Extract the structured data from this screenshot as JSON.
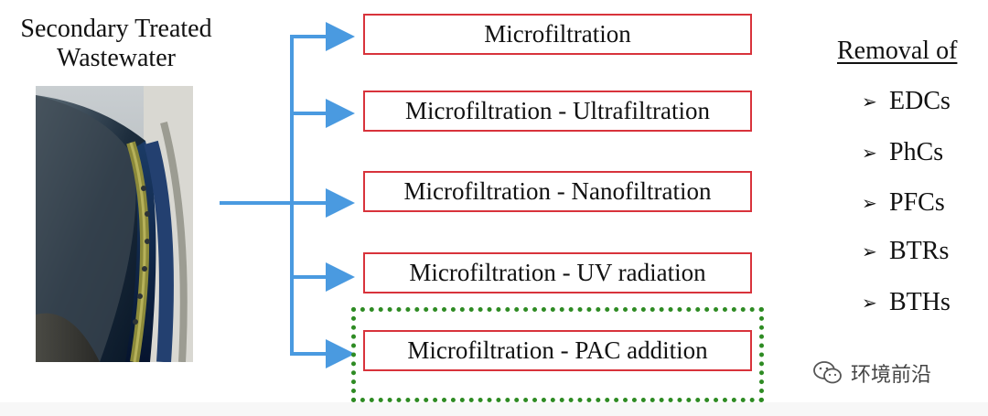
{
  "source": {
    "title_line1": "Secondary Treated",
    "title_line2": "Wastewater",
    "photo_icon": "wastewater-clarifier-photo"
  },
  "options": [
    {
      "label": "Microfiltration"
    },
    {
      "label": "Microfiltration - Ultrafiltration"
    },
    {
      "label": "Microfiltration - Nanofiltration"
    },
    {
      "label": "Microfiltration - UV radiation"
    },
    {
      "label": "Microfiltration - PAC addition",
      "highlighted": true
    }
  ],
  "removal": {
    "title": "Removal of",
    "items": [
      "EDCs",
      "PhCs",
      "PFCs",
      "BTRs",
      "BTHs"
    ],
    "bullet": "➢"
  },
  "watermark": {
    "icon": "wechat-icon",
    "text": "环境前沿"
  },
  "colors": {
    "arrow": "#4a9ae0",
    "box_border": "#d8333b",
    "highlight_border": "#2e8b23"
  }
}
